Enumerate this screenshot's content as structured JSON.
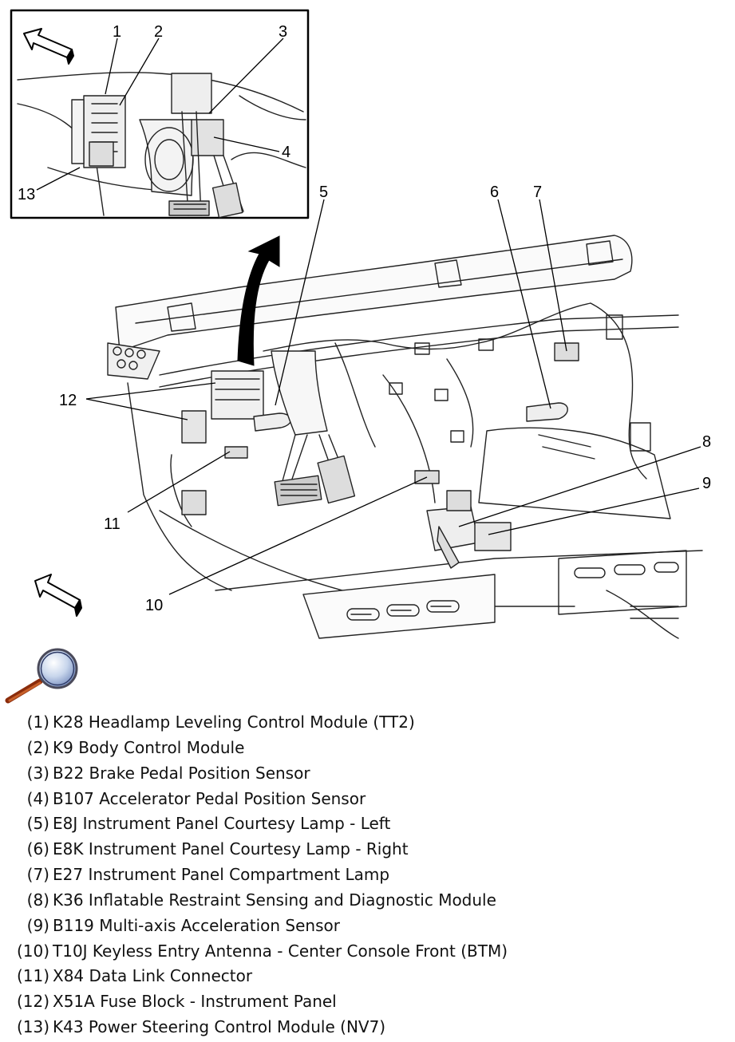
{
  "callouts": [
    "1",
    "2",
    "3",
    "4",
    "5",
    "6",
    "7",
    "8",
    "9",
    "10",
    "11",
    "12",
    "13"
  ],
  "legend": [
    {
      "num": "(1)",
      "text": "K28 Headlamp Leveling Control Module (TT2)"
    },
    {
      "num": "(2)",
      "text": "K9 Body Control Module"
    },
    {
      "num": "(3)",
      "text": "B22 Brake Pedal Position Sensor"
    },
    {
      "num": "(4)",
      "text": "B107 Accelerator Pedal Position Sensor"
    },
    {
      "num": "(5)",
      "text": "E8J Instrument Panel Courtesy Lamp - Left"
    },
    {
      "num": "(6)",
      "text": "E8K Instrument Panel Courtesy Lamp - Right"
    },
    {
      "num": "(7)",
      "text": "E27 Instrument Panel Compartment Lamp"
    },
    {
      "num": "(8)",
      "text": "K36 Inflatable Restraint Sensing and Diagnostic Module"
    },
    {
      "num": "(9)",
      "text": "B119 Multi-axis Acceleration Sensor"
    },
    {
      "num": "(10)",
      "text": "T10J Keyless Entry Antenna - Center Console Front (BTM)"
    },
    {
      "num": "(11)",
      "text": "X84 Data Link Connector"
    },
    {
      "num": "(12)",
      "text": "X51A Fuse Block - Instrument Panel"
    },
    {
      "num": "(13)",
      "text": "K43 Power Steering Control Module (NV7)"
    }
  ],
  "icons": {
    "zoom": "magnifier-icon",
    "direction": "front-arrow-icon"
  }
}
